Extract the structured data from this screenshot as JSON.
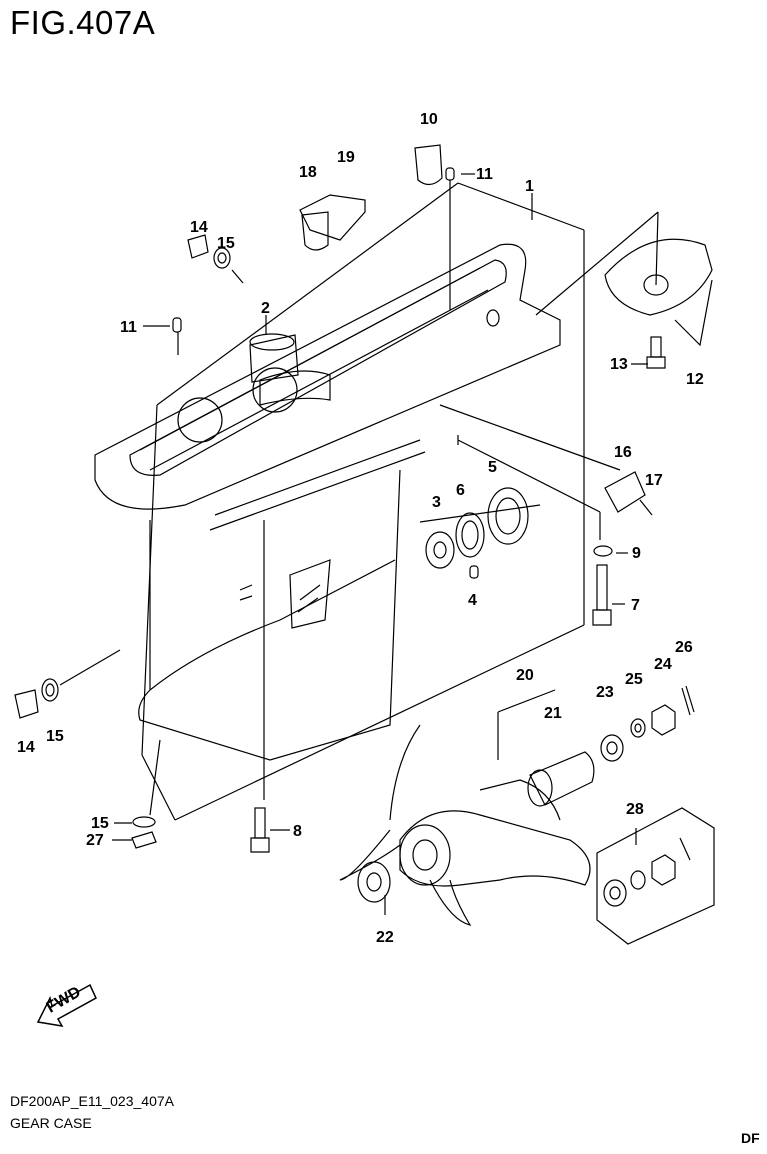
{
  "header": {
    "figure_title": "FIG.407A"
  },
  "footer": {
    "diagram_code": "DF200AP_E11_023_407A",
    "caption": "GEAR CASE",
    "corner_text": "DF"
  },
  "fwd_arrow": {
    "label": "FWD"
  },
  "callouts": {
    "c1": "1",
    "c2": "2",
    "c3": "3",
    "c4": "4",
    "c5": "5",
    "c6": "6",
    "c7": "7",
    "c8": "8",
    "c9": "9",
    "c10": "10",
    "c11a": "11",
    "c11b": "11",
    "c12": "12",
    "c13": "13",
    "c14a": "14",
    "c14b": "14",
    "c15a": "15",
    "c15b": "15",
    "c15c": "15",
    "c16": "16",
    "c17": "17",
    "c18": "18",
    "c19": "19",
    "c20": "20",
    "c21": "21",
    "c22": "22",
    "c23": "23",
    "c24": "24",
    "c25": "25",
    "c26": "26",
    "c27": "27",
    "c28": "28"
  }
}
